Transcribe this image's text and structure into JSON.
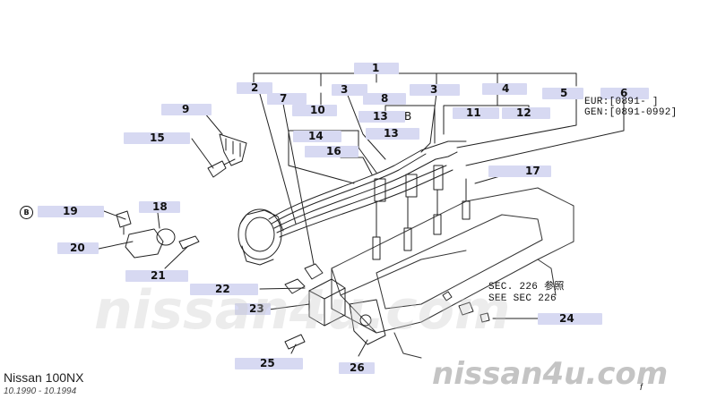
{
  "callouts": [
    {
      "id": "1",
      "label": "1"
    },
    {
      "id": "2",
      "label": "2"
    },
    {
      "id": "3a",
      "label": "3"
    },
    {
      "id": "3b",
      "label": "3"
    },
    {
      "id": "4",
      "label": "4"
    },
    {
      "id": "5",
      "label": "5"
    },
    {
      "id": "6",
      "label": "6"
    },
    {
      "id": "7",
      "label": "7"
    },
    {
      "id": "8",
      "label": "8"
    },
    {
      "id": "9",
      "label": "9"
    },
    {
      "id": "10",
      "label": "10"
    },
    {
      "id": "11",
      "label": "11"
    },
    {
      "id": "12",
      "label": "12"
    },
    {
      "id": "13a",
      "label": "13"
    },
    {
      "id": "13b",
      "label": "13"
    },
    {
      "id": "14",
      "label": "14"
    },
    {
      "id": "15",
      "label": "15"
    },
    {
      "id": "16",
      "label": "16"
    },
    {
      "id": "17",
      "label": "17"
    },
    {
      "id": "18",
      "label": "18"
    },
    {
      "id": "19",
      "label": "19"
    },
    {
      "id": "20",
      "label": "20"
    },
    {
      "id": "21",
      "label": "21"
    },
    {
      "id": "22",
      "label": "22"
    },
    {
      "id": "23",
      "label": "23"
    },
    {
      "id": "24",
      "label": "24"
    },
    {
      "id": "25",
      "label": "25"
    },
    {
      "id": "26",
      "label": "26"
    }
  ],
  "codes": {
    "eur": "EUR:[0891-  ]",
    "gen": "GEN:[0891-0992]",
    "b_marker": "B",
    "sec_jp": "SEC. 226 参照",
    "sec_en": "SEE SEC 226"
  },
  "marker": {
    "symbol": "B"
  },
  "watermark": {
    "main": "nissan4u.com",
    "corner": "nissan4u.com"
  },
  "footer": {
    "model": "Nissan 100NX",
    "period": "10.1990 - 10.1994",
    "page_mark": "f"
  }
}
